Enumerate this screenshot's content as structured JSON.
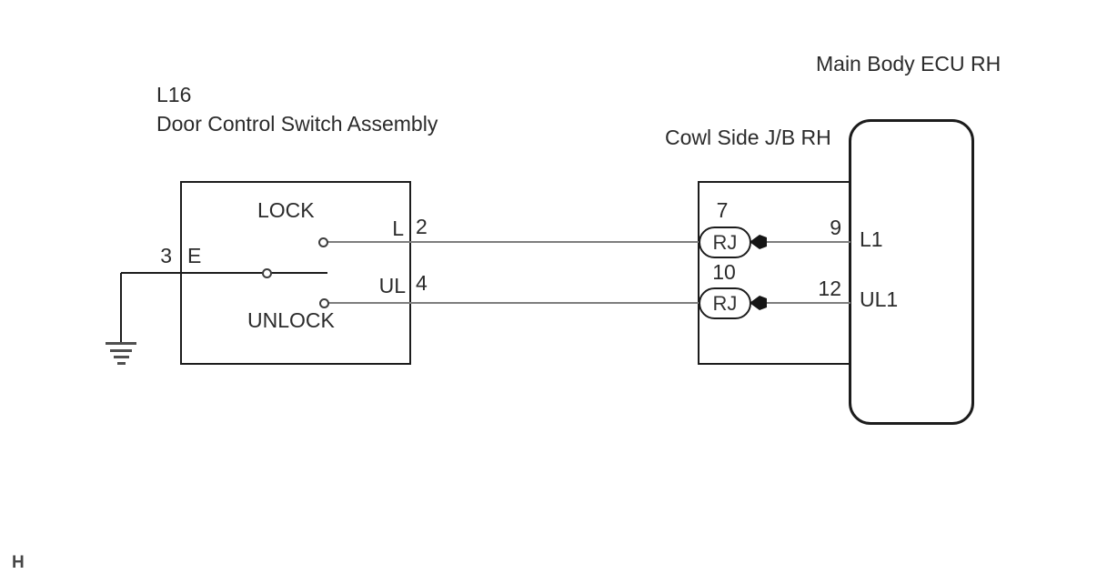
{
  "page": {
    "corner_marker": "H"
  },
  "colors": {
    "background": "#ffffff",
    "line_black": "#1c1c1c",
    "wire_gray": "#7d7d7d",
    "text": "#2b2b2b"
  },
  "switch_assembly": {
    "ref_code": "L16",
    "name": "Door Control Switch Assembly",
    "positions": {
      "lock": "LOCK",
      "unlock": "UNLOCK"
    },
    "pins": {
      "ground_outer": "3",
      "ground_inner": "E",
      "lock_inner": "L",
      "lock_outer": "2",
      "unlock_inner": "UL",
      "unlock_outer": "4"
    }
  },
  "junction_block": {
    "name": "Cowl Side J/B RH",
    "relays": [
      {
        "pin": "7",
        "label": "RJ"
      },
      {
        "pin": "10",
        "label": "RJ"
      }
    ]
  },
  "ecu": {
    "name": "Main Body ECU RH",
    "pins": [
      {
        "number": "9",
        "name": "L1"
      },
      {
        "number": "12",
        "name": "UL1"
      }
    ]
  }
}
